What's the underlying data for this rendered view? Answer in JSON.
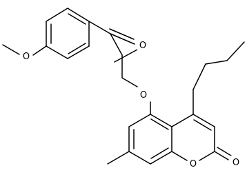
{
  "diagram": {
    "atom_labels": {
      "methoxy_oxygen": "O",
      "ketone_oxygen": "O",
      "ether_oxygen": "O",
      "ring_oxygen": "O",
      "lactone_carbonyl_oxygen": "O"
    }
  }
}
